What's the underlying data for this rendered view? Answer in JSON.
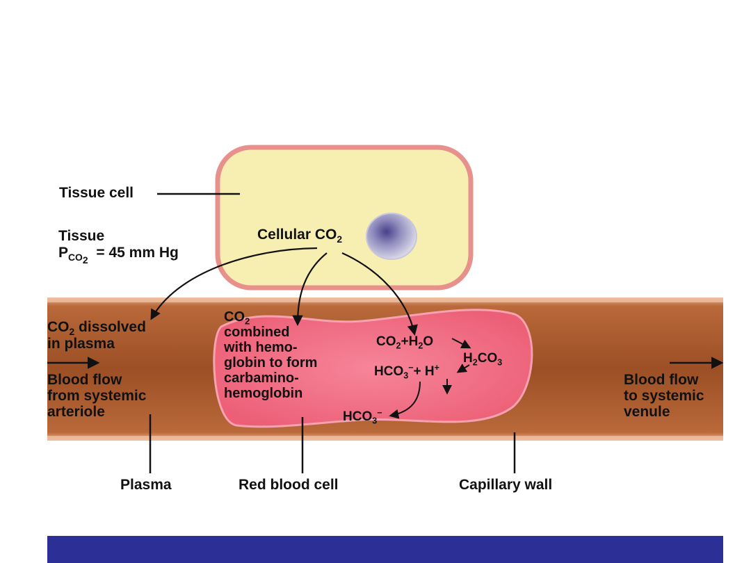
{
  "colors": {
    "vessel_body": "#a0552a",
    "vessel_edge": "#e6a982",
    "tissue_fill": "#f7efb2",
    "tissue_border": "#e58a86",
    "rbc_fill": "#f0677c",
    "nucleus": "#8e8ab8",
    "bottom_band": "#2b2f96",
    "text": "#111111"
  },
  "icons": [
    "tissue-cell-shape",
    "nucleus-shape",
    "red-blood-cell-shape",
    "capillary-shape",
    "arrow-icon"
  ],
  "labels": {
    "tissue_cell": "Tissue cell",
    "tissue_pco2": {
      "line1": "Tissue",
      "p": "P",
      "sub": "CO",
      "subsub": "2",
      "value": "= 45 mm Hg"
    },
    "cellular_co2": {
      "text": "Cellular CO",
      "sub": "2"
    },
    "co2_dissolved": {
      "co": "CO",
      "sub": "2",
      "rest": " dissolved",
      "line2": "in plasma"
    },
    "flow_in": [
      "Blood flow",
      "from systemic",
      "arteriole"
    ],
    "flow_out": [
      "Blood flow",
      "to systemic",
      "venule"
    ],
    "carbamino": {
      "co": "CO",
      "sub": "2",
      "lines": [
        "combined",
        "with hemo-",
        "globin to form",
        "carbamino-",
        "hemoglobin"
      ]
    },
    "reaction1": {
      "co": "CO",
      "sub1": "2",
      "plus": "+",
      "h": "H",
      "sub2": "2",
      "o": "O"
    },
    "h2co3": {
      "h": "H",
      "sub1": "2",
      "co": "CO",
      "sub2": "3"
    },
    "reaction2": {
      "hco": "HCO",
      "sub": "3",
      "sup": "−",
      "rest": "+ H",
      "hsup": "+"
    },
    "hco3_out": {
      "hco": "HCO",
      "sub": "3",
      "sup": "−"
    },
    "plasma": "Plasma",
    "red_blood_cell": "Red blood cell",
    "capillary_wall": "Capillary wall"
  }
}
